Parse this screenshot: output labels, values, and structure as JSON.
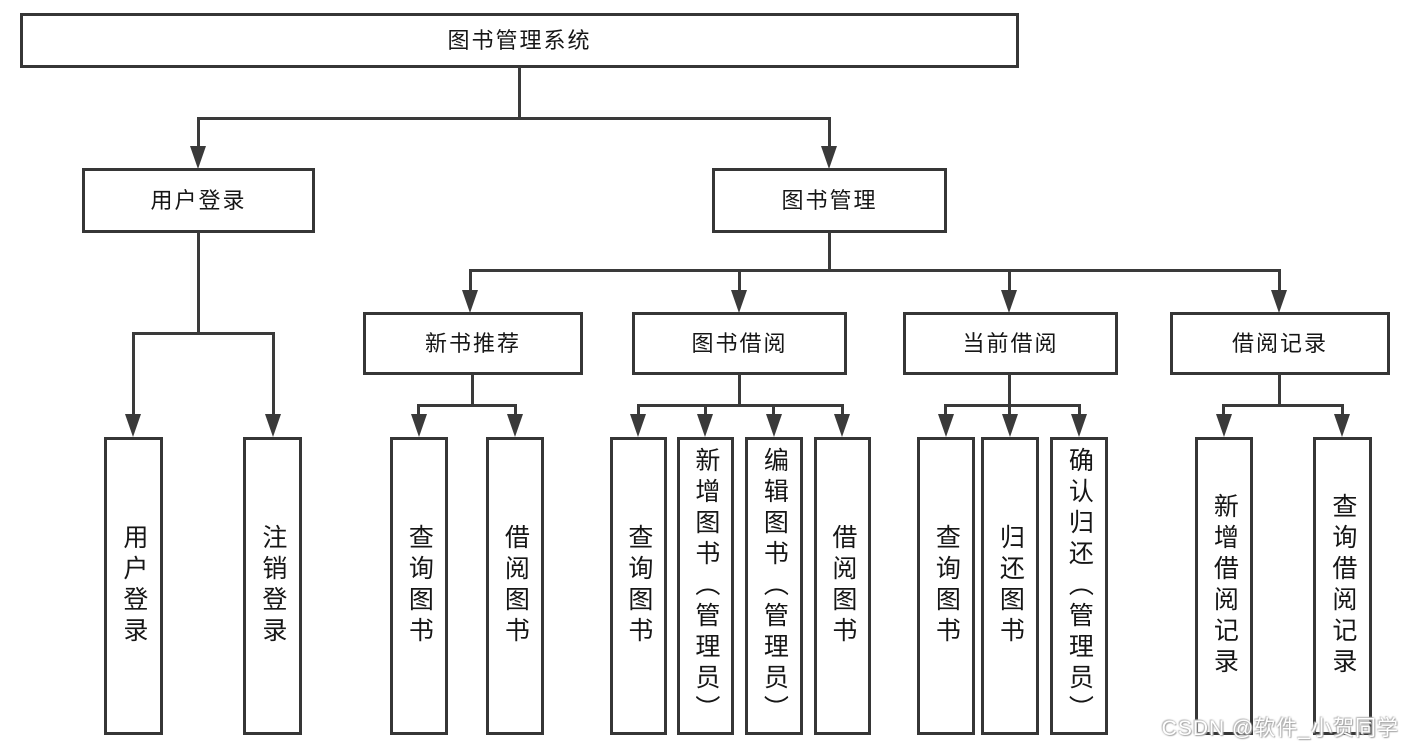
{
  "diagram": {
    "root": "图书管理系统",
    "level1": [
      "用户登录",
      "图书管理"
    ],
    "level2": [
      "新书推荐",
      "图书借阅",
      "当前借阅",
      "借阅记录"
    ],
    "leaves": {
      "user_login": [
        "用户登录",
        "注销登录"
      ],
      "new_books": [
        "查询图书",
        "借阅图书"
      ],
      "book_borrow": [
        "查询图书",
        "新增图书（管理员）",
        "编辑图书（管理员）",
        "借阅图书"
      ],
      "current_borrow": [
        "查询图书",
        "归还图书",
        "确认归还（管理员）"
      ],
      "borrow_records": [
        "新增借阅记录",
        "查询借阅记录"
      ]
    },
    "watermark": "CSDN @软件_小贺同学"
  }
}
